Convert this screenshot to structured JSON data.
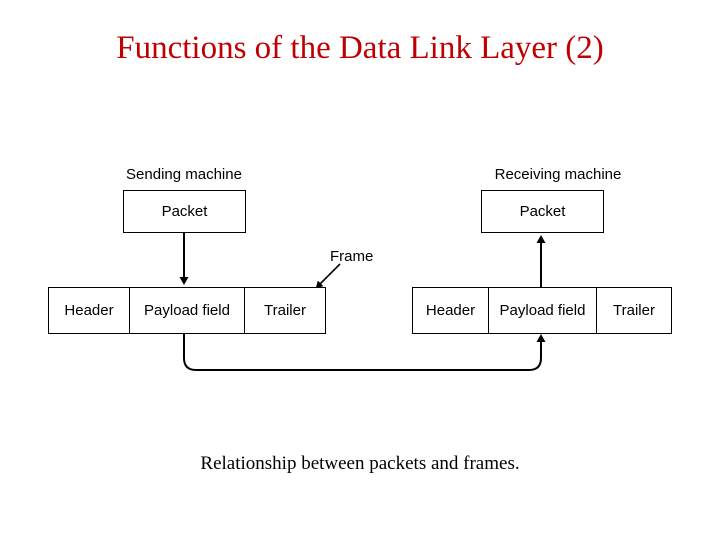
{
  "slide": {
    "title": "Functions of the Data Link Layer (2)",
    "title_color": "#C00000",
    "caption": "Relationship between packets and frames.",
    "background_color": "#FFFFFF",
    "line_color": "#000000"
  },
  "diagram": {
    "frame_annotation": "Frame",
    "sending": {
      "machine_label": "Sending machine",
      "packet_label": "Packet",
      "frame_cells": [
        {
          "label": "Header"
        },
        {
          "label": "Payload field"
        },
        {
          "label": "Trailer"
        }
      ]
    },
    "receiving": {
      "machine_label": "Receiving machine",
      "packet_label": "Packet",
      "frame_cells": [
        {
          "label": "Header"
        },
        {
          "label": "Payload field"
        },
        {
          "label": "Trailer"
        }
      ]
    }
  }
}
